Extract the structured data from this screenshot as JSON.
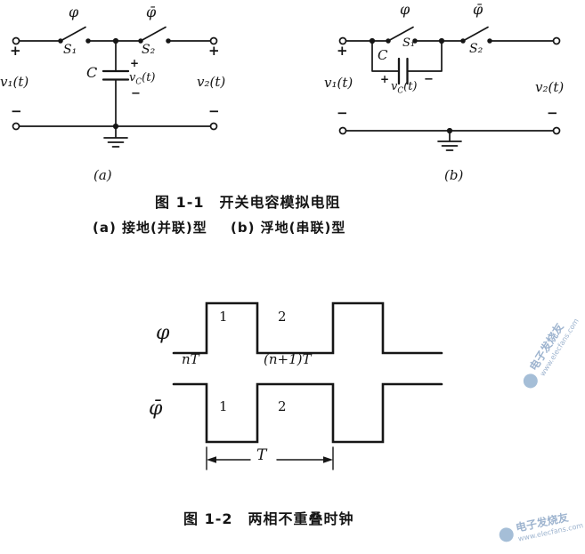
{
  "symbols": {
    "plus": "+",
    "minus": "−"
  },
  "figure1": {
    "caption": "图 1-1　开关电容模拟电阻",
    "subcaption_a": "(a) 接地(并联)型",
    "subcaption_b": "(b) 浮地(串联)型",
    "circuit_a": {
      "label": "(a)",
      "phi": "φ",
      "phi_bar": "φ̄",
      "switch1": "S₁",
      "switch2": "S₂",
      "capacitor": "C",
      "v_in": "v₁(t)",
      "v_out": "v₂(t)",
      "vc_base": "v",
      "vc_sub": "C",
      "vc_arg": "(t)"
    },
    "circuit_b": {
      "label": "(b)",
      "phi": "φ",
      "phi_bar": "φ̄",
      "switch1": "S₁",
      "switch2": "S₂",
      "capacitor": "C",
      "v_in": "v₁(t)",
      "v_out": "v₂(t)",
      "vc_base": "v",
      "vc_sub": "C",
      "vc_arg": "(t)"
    }
  },
  "figure2": {
    "caption": "图 1-2　两相不重叠时钟",
    "phi": "φ",
    "phi_bar": "φ̄",
    "phase1": "1",
    "phase2": "2",
    "t_start": "nT",
    "t_end": "(n+1)T",
    "period": "T"
  },
  "watermark": {
    "brand": "电子发烧友",
    "url": "www.elecfans.com"
  }
}
